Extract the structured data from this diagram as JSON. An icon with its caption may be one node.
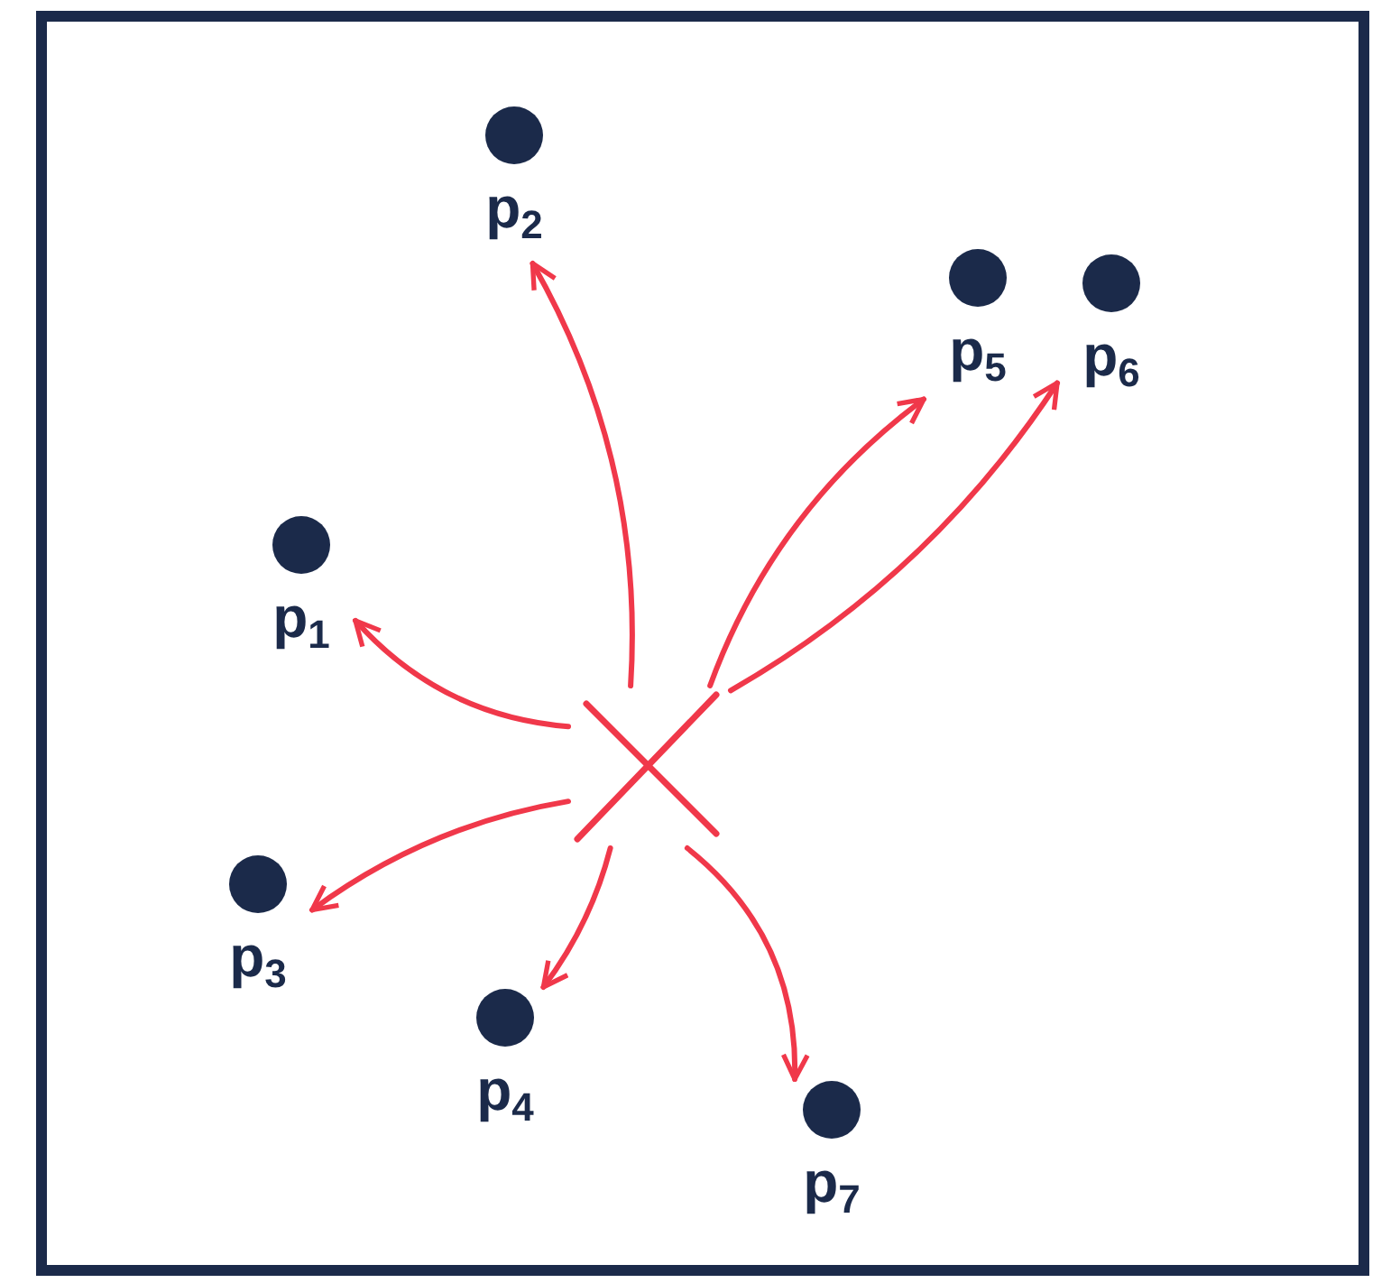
{
  "diagram": {
    "nodes": [
      {
        "text": [
          "p$_{2}$"
        ]
      },
      {
        "text": [
          "p$_{5}$"
        ]
      },
      {
        "text": [
          "p$_{6}$"
        ]
      },
      {
        "text": [
          "p$_{1}$"
        ]
      },
      {
        "text": [],
        "shape": "cross"
      },
      {
        "text": [
          "p$_{3}$"
        ]
      },
      {
        "text": [
          "p$_{4}$"
        ]
      },
      {
        "text": [
          "p$_{7}$"
        ]
      }
    ],
    "edges": [
      {
        "from": 4,
        "to": 0,
        "arrow": "to"
      },
      {
        "from": 4,
        "to": 1,
        "arrow": "to"
      },
      {
        "from": 4,
        "to": 2,
        "arrow": "to"
      },
      {
        "from": 4,
        "to": 3,
        "arrow": "to"
      },
      {
        "from": 4,
        "to": 5,
        "arrow": "to"
      },
      {
        "from": 4,
        "to": 6,
        "arrow": "to"
      },
      {
        "from": 4,
        "to": 7,
        "arrow": "to"
      }
    ]
  }
}
